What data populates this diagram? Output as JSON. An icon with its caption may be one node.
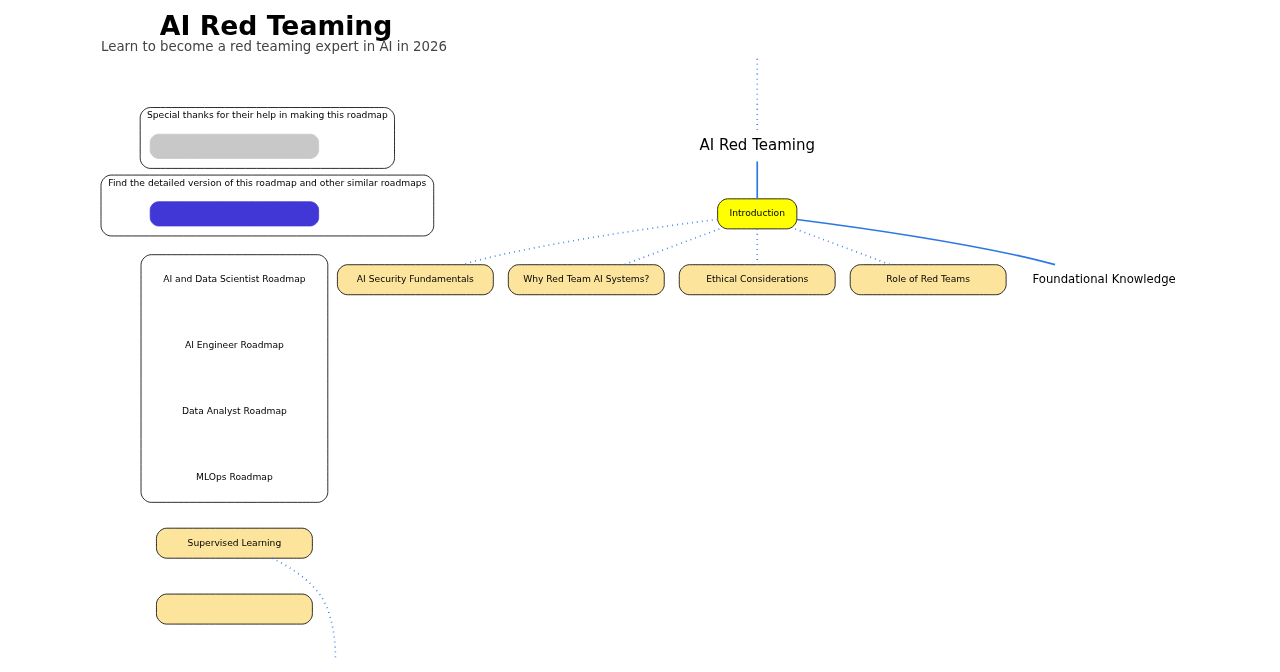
{
  "diagram": {
    "title": "AI Red Teaming",
    "caption": "Learn to become a red teaming expert in AI in 2026",
    "nodes": [
      {
        "text": [
          "Special thanks for their help in making this roadmap"
        ]
      },
      {
        "text": [],
        "shape": "box",
        "in": 0
      },
      {
        "text": [
          "Find the detailed version of this roadmap and other similar roadmaps"
        ]
      },
      {
        "text": [],
        "shape": "box",
        "in": 2
      },
      {
        "text": [],
        "shape": "box"
      },
      {
        "text": [
          "AI and Data Scientist Roadmap"
        ],
        "in": 4
      },
      {
        "text": [
          "AI Engineer Roadmap"
        ],
        "in": 4
      },
      {
        "text": [
          "Data Analyst Roadmap"
        ],
        "in": 4
      },
      {
        "text": [
          "MLOps Roadmap"
        ],
        "in": 4
      },
      {
        "text": [
          "AI Red Teaming"
        ]
      },
      {
        "text": [
          "Introduction"
        ]
      },
      {
        "text": [
          "AI Security Fundamentals"
        ]
      },
      {
        "text": [
          "Why Red Team AI Systems?"
        ]
      },
      {
        "text": [
          "Ethical Considerations"
        ]
      },
      {
        "text": [
          "Role of Red Teams"
        ]
      },
      {
        "text": [
          "Supervised Learning"
        ]
      },
      {
        "text": [],
        "shape": "box"
      },
      {
        "text": [
          "Foundational Knowledge"
        ]
      }
    ],
    "edges": [
      {
        "from": null,
        "to": 9,
        "arrow": "none",
        "style": "dashed"
      },
      {
        "from": 9,
        "to": 10,
        "arrow": "none"
      },
      {
        "from": 10,
        "to": 11,
        "arrow": "none",
        "style": "dashed"
      },
      {
        "from": 10,
        "to": 12,
        "arrow": "none",
        "style": "dashed"
      },
      {
        "from": 10,
        "to": 13,
        "arrow": "none",
        "style": "dashed"
      },
      {
        "from": 10,
        "to": 14,
        "arrow": "none",
        "style": "dashed"
      },
      {
        "from": 10,
        "to": 17,
        "arrow": "none"
      },
      {
        "from": 15,
        "to": null,
        "arrow": "none",
        "style": "dashed"
      }
    ]
  }
}
